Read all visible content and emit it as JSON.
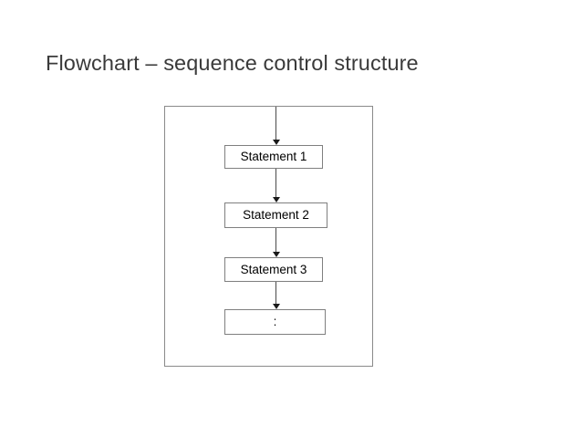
{
  "slide": {
    "title": "Flowchart – sequence control structure",
    "background_color": "#ffffff",
    "title_color": "#3a3a3a"
  },
  "diagram": {
    "name": "sequence-control-structure-flowchart",
    "frame_border_color": "#8a8a8a",
    "box_border_color": "#7f7f7f",
    "box_fill_color": "#ffffff",
    "connector_color": "#4a4a4a",
    "nodes": [
      {
        "id": "statement-1",
        "label": "Statement 1"
      },
      {
        "id": "statement-2",
        "label": "Statement 2"
      },
      {
        "id": "statement-3",
        "label": "Statement 3"
      },
      {
        "id": "continuation",
        "label": ":"
      }
    ],
    "connectors": [
      {
        "id": "entry-arrow",
        "from": "frame-top",
        "to": "statement-1"
      },
      {
        "id": "arrow-stmt1-stmt2",
        "from": "statement-1",
        "to": "statement-2"
      },
      {
        "id": "arrow-stmt2-stmt3",
        "from": "statement-2",
        "to": "statement-3"
      },
      {
        "id": "arrow-stmt3-cont",
        "from": "statement-3",
        "to": "continuation"
      }
    ]
  }
}
